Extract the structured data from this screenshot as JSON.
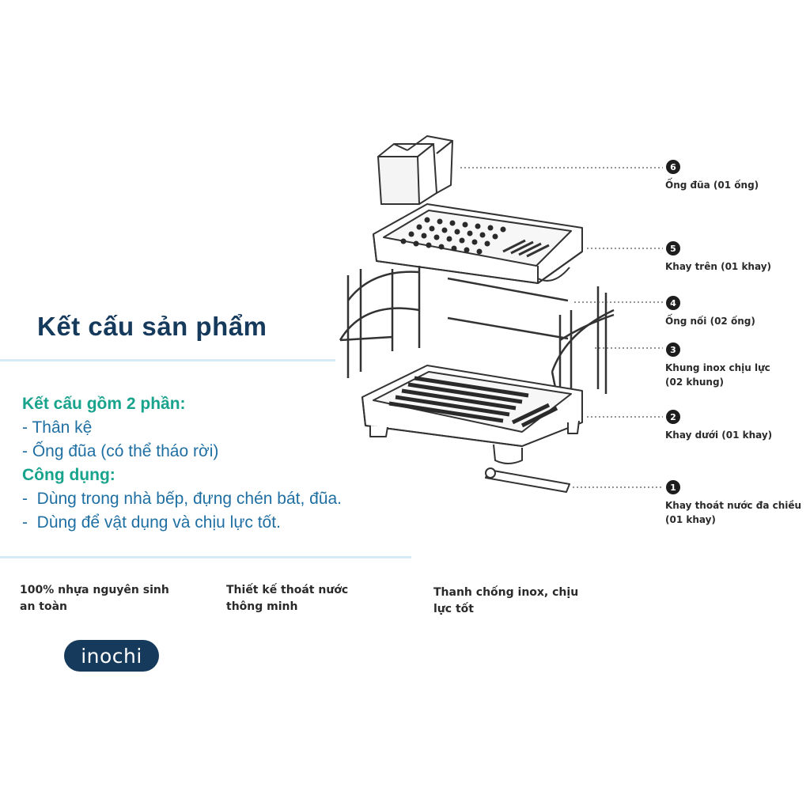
{
  "title": "Kết cấu sản phẩm",
  "description": {
    "structure_heading": "Kết cấu gồm 2 phần:",
    "structure_items": [
      "- Thân kệ",
      "- Ống đũa (có thể tháo rời)"
    ],
    "usage_heading": "Công dụng:",
    "usage_items": [
      "-  Dùng trong nhà bếp, đựng chén bát, đũa.",
      "-  Dùng để vật dụng và chịu lực tốt."
    ]
  },
  "features": [
    {
      "line1": "100% nhựa nguyên sinh",
      "line2": "an toàn"
    },
    {
      "line1": "Thiết kế thoát nước",
      "line2": "thông minh"
    },
    {
      "line1": "Thanh chống inox, chịu",
      "line2": "lực tốt"
    }
  ],
  "brand": "inochi",
  "parts": [
    {
      "number": "6",
      "line1": "Ống đũa (01 ống)",
      "line2": ""
    },
    {
      "number": "5",
      "line1": "Khay trên (01 khay)",
      "line2": ""
    },
    {
      "number": "4",
      "line1": "Ống nối (02 ống)",
      "line2": ""
    },
    {
      "number": "3",
      "line1": "Khung inox chịu lực",
      "line2": "(02 khung)"
    },
    {
      "number": "2",
      "line1": "Khay dưới (01 khay)",
      "line2": ""
    },
    {
      "number": "1",
      "line1": "Khay thoát nước đa chiều",
      "line2": "(01 khay)"
    }
  ],
  "colors": {
    "title": "#163a5c",
    "heading": "#17a38c",
    "body": "#1f6fa3",
    "rule": "#d7ebf7",
    "brand_bg": "#163a5c"
  }
}
